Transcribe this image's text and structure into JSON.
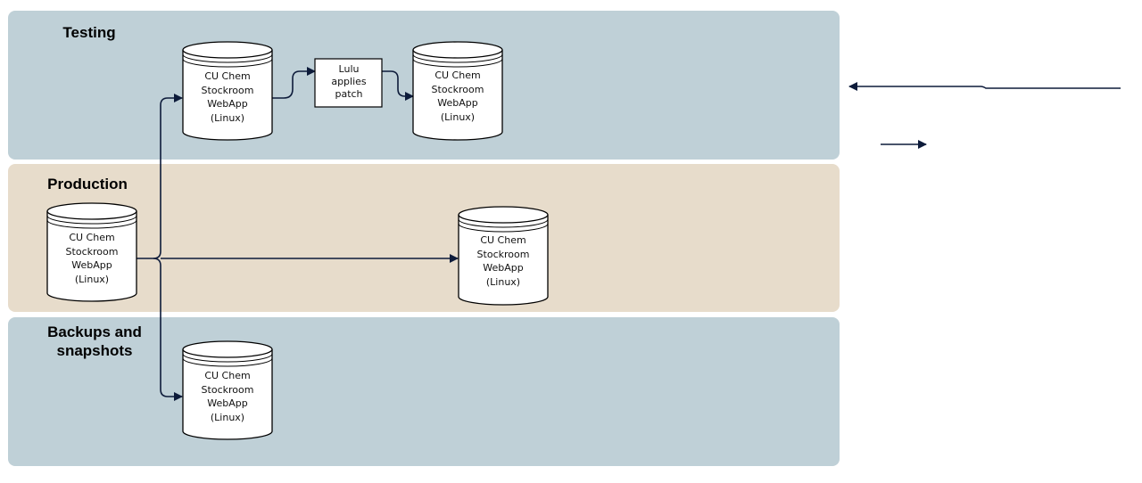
{
  "lanes": {
    "testing": "Testing",
    "production": "Production",
    "backups": "Backups and\nsnapshots"
  },
  "node_label": "CU Chem\nStockroom\nWebApp\n(Linux)",
  "patch_box": "Lulu\napplies\npatch",
  "colors": {
    "lane_blue": "#bfd0d7",
    "lane_tan": "#e7dccb",
    "connector": "#0d1b3a"
  }
}
